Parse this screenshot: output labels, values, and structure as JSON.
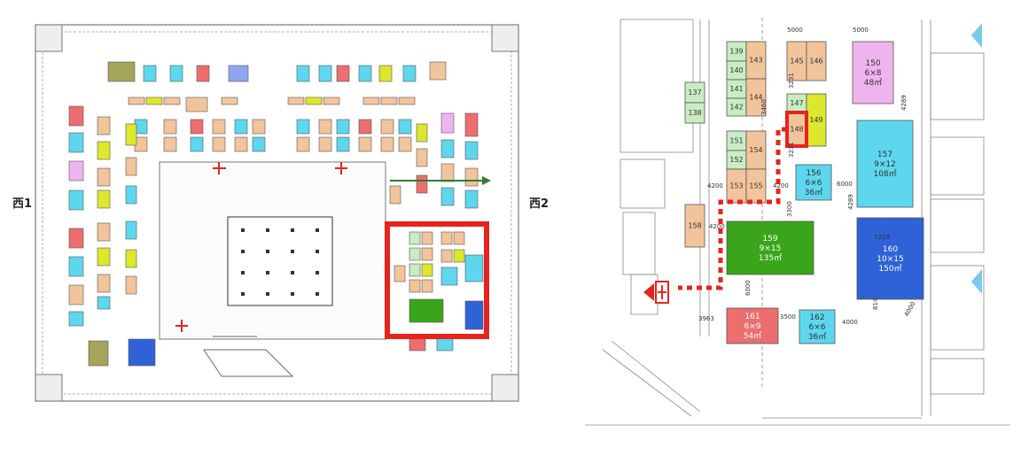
{
  "halls": {
    "left_label": "西1",
    "right_label": "西2"
  },
  "colors": {
    "peach": "#f2c49b",
    "green_light": "#c9ecc2",
    "yellow": "#dde72b",
    "cyan": "#5dd7ee",
    "pink": "#eeb4ee",
    "green": "#3aa51a",
    "blue": "#2e62d6",
    "red": "#ec6e6e",
    "olive": "#a4a55b",
    "highlight": "#e8231e",
    "arrow": "#2f7d32"
  },
  "booths": [
    {
      "id": "139",
      "lines": [],
      "color": "green_light"
    },
    {
      "id": "140",
      "lines": [],
      "color": "green_light"
    },
    {
      "id": "141",
      "lines": [],
      "color": "green_light"
    },
    {
      "id": "142",
      "lines": [],
      "color": "green_light"
    },
    {
      "id": "143",
      "lines": [],
      "color": "peach"
    },
    {
      "id": "144",
      "lines": [],
      "color": "peach"
    },
    {
      "id": "137",
      "lines": [],
      "color": "green_light"
    },
    {
      "id": "138",
      "lines": [],
      "color": "green_light"
    },
    {
      "id": "145",
      "lines": [],
      "color": "peach"
    },
    {
      "id": "146",
      "lines": [],
      "color": "peach"
    },
    {
      "id": "147",
      "lines": [],
      "color": "green_light"
    },
    {
      "id": "148",
      "lines": [],
      "color": "peach"
    },
    {
      "id": "149",
      "lines": [],
      "color": "yellow"
    },
    {
      "id": "150",
      "lines": [
        "6×8",
        "48㎡"
      ],
      "color": "pink"
    },
    {
      "id": "151",
      "lines": [],
      "color": "green_light"
    },
    {
      "id": "152",
      "lines": [],
      "color": "green_light"
    },
    {
      "id": "153",
      "lines": [],
      "color": "peach"
    },
    {
      "id": "154",
      "lines": [],
      "color": "peach"
    },
    {
      "id": "155",
      "lines": [],
      "color": "peach"
    },
    {
      "id": "156",
      "lines": [
        "6×6",
        "36㎡"
      ],
      "color": "cyan"
    },
    {
      "id": "157",
      "lines": [
        "9×12",
        "108㎡"
      ],
      "color": "cyan"
    },
    {
      "id": "158",
      "lines": [],
      "color": "peach"
    },
    {
      "id": "159",
      "lines": [
        "9×15",
        "135㎡"
      ],
      "color": "green"
    },
    {
      "id": "160",
      "lines": [
        "10×15",
        "150㎡"
      ],
      "color": "blue"
    },
    {
      "id": "161",
      "lines": [
        "6×9",
        "54㎡"
      ],
      "color": "red"
    },
    {
      "id": "162",
      "lines": [
        "6×6",
        "36㎡"
      ],
      "color": "cyan"
    }
  ],
  "dimensions": [
    "5000",
    "5000",
    "3231",
    "3460",
    "3231",
    "4289",
    "4200",
    "4200",
    "6000",
    "3300",
    "7219",
    "4289",
    "4200",
    "6000",
    "3963",
    "3500",
    "4000",
    "814",
    "4000"
  ]
}
